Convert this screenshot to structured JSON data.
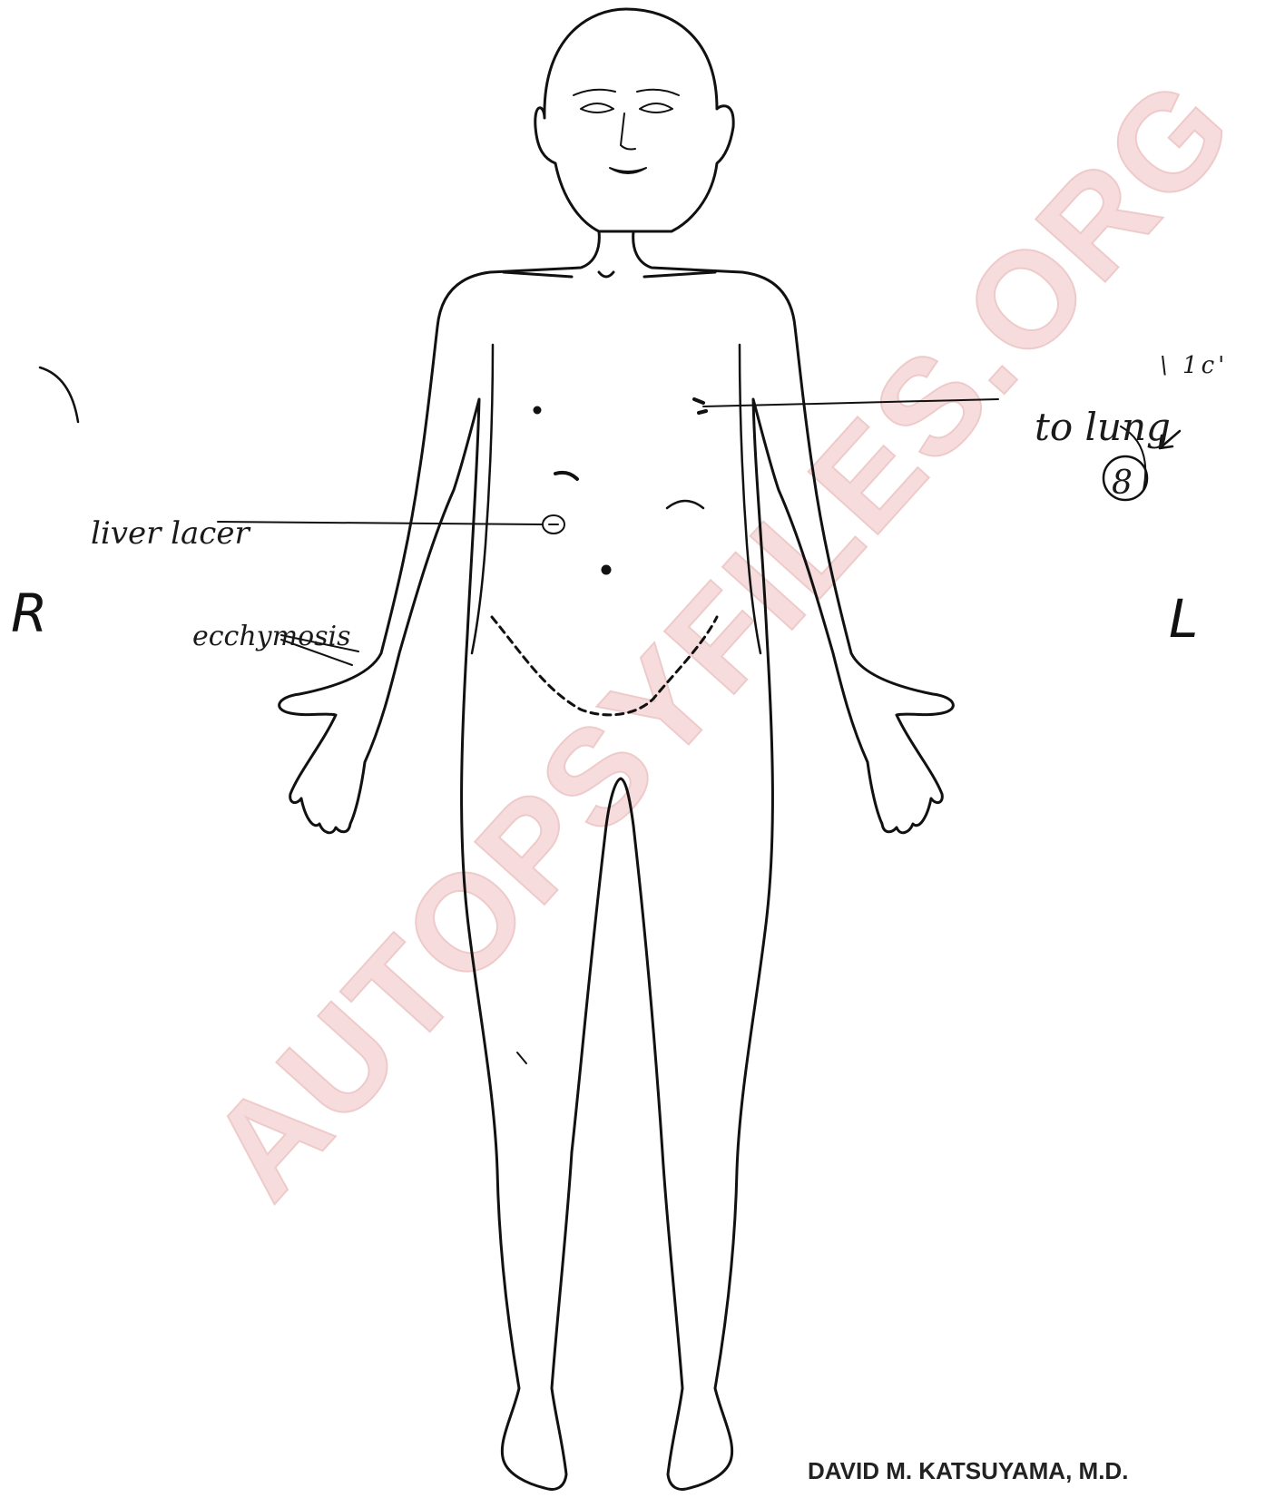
{
  "labels": {
    "right_side": "R",
    "left_side": "L"
  },
  "annotations": {
    "liver_note": "liver lacer",
    "ecchymosis_note": "ecchymosis",
    "lung_note": "to lung",
    "top_right_note": "\\ 1c'",
    "circled_number": "8"
  },
  "watermark": "AUTOPSYFILES.ORG",
  "signature": "DAVID M. KATSUYAMA, M.D.",
  "colors": {
    "ink": "#111111",
    "watermark": "#f3d2d2"
  }
}
